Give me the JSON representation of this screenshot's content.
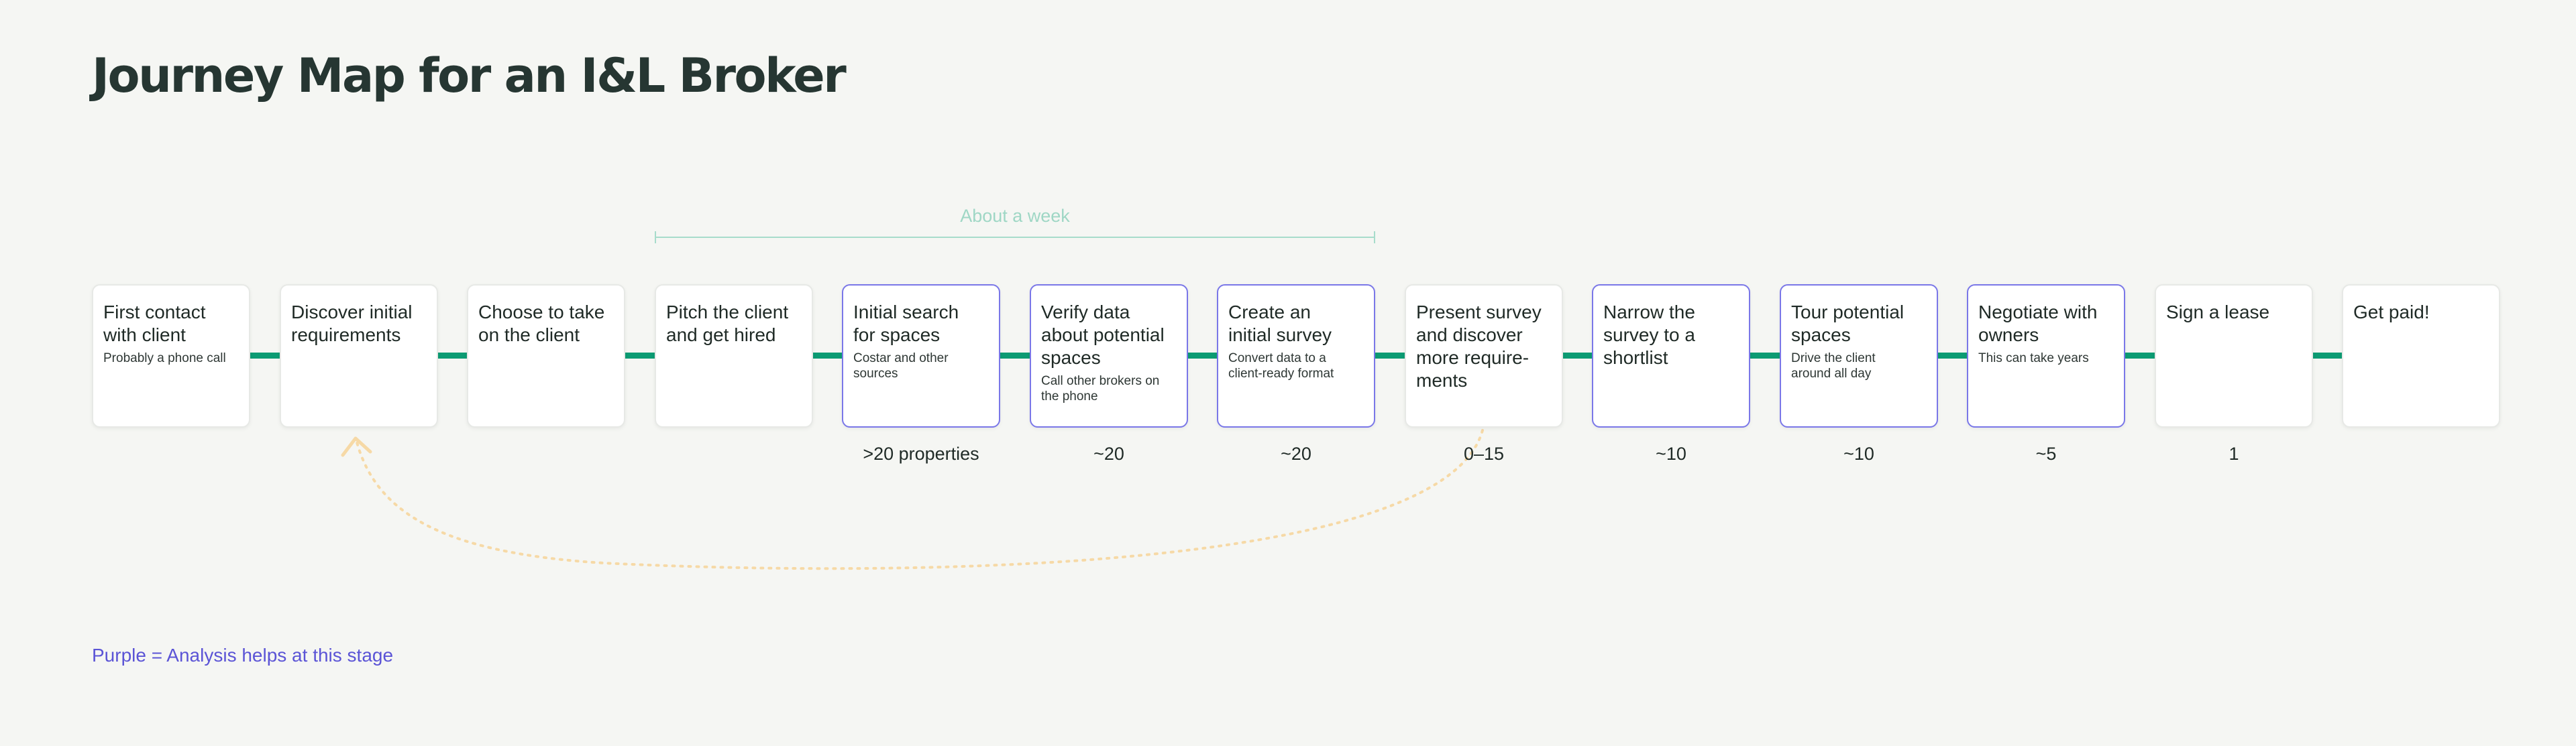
{
  "title": "Journey Map for an I&L Broker",
  "bracket_label": "About a week",
  "legend": "Purple = Analysis helps at this stage",
  "colors": {
    "track": "#0c9b73",
    "analysis_border": "#7a77e8",
    "bracket": "#a7dccb",
    "loop_arrow": "#f6d9a6",
    "legend": "#5b54d6"
  },
  "steps": [
    {
      "label": "First contact\nwith client",
      "note": "Probably a phone call",
      "analysis": false,
      "count": ""
    },
    {
      "label": "Discover initial\nrequirements",
      "note": "",
      "analysis": false,
      "count": ""
    },
    {
      "label": "Choose to take\non the client",
      "note": "",
      "analysis": false,
      "count": ""
    },
    {
      "label": "Pitch the client\nand get hired",
      "note": "",
      "analysis": false,
      "count": ""
    },
    {
      "label": "Initial search\nfor spaces",
      "note": "Costar and other\nsources",
      "analysis": true,
      "count": ">20 properties"
    },
    {
      "label": "Verify data\nabout potential\nspaces",
      "note": "Call other brokers on\nthe phone",
      "analysis": true,
      "count": "~20"
    },
    {
      "label": "Create an\ninitial survey",
      "note": "Convert data to a\nclient-ready format",
      "analysis": true,
      "count": "~20"
    },
    {
      "label": "Present survey\nand discover\nmore require-\nments",
      "note": "",
      "analysis": false,
      "count": "0–15"
    },
    {
      "label": "Narrow the\nsurvey to a\nshortlist",
      "note": "",
      "analysis": true,
      "count": "~10"
    },
    {
      "label": "Tour potential\nspaces",
      "note": "Drive the client\naround all day",
      "analysis": true,
      "count": "~10"
    },
    {
      "label": "Negotiate with\nowners",
      "note": "This can take years",
      "analysis": true,
      "count": "~5"
    },
    {
      "label": "Sign a lease",
      "note": "",
      "analysis": false,
      "count": "1"
    },
    {
      "label": "Get paid!",
      "note": "",
      "analysis": false,
      "count": ""
    }
  ]
}
